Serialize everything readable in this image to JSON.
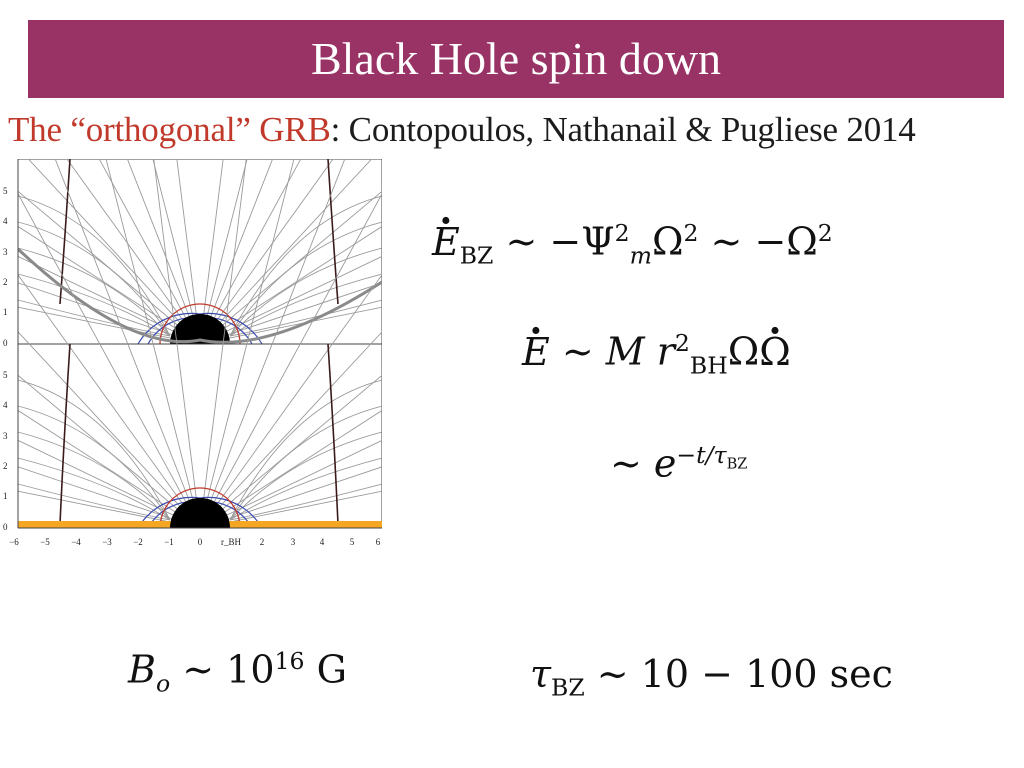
{
  "slide": {
    "title": "Black Hole spin down",
    "subtitle": {
      "red": "The “orthogonal” GRB",
      "rest": ": Contopoulos, Nathanail & Pugliese 2014"
    },
    "colors": {
      "title_bar": "#993366",
      "subtitle_red": "#c0392b",
      "disk": "#f5a623"
    }
  },
  "figure": {
    "top_y_ticks": [
      "5",
      "4",
      "3",
      "2",
      "1",
      "0"
    ],
    "bottom_y_ticks": [
      "5",
      "4",
      "3",
      "2",
      "1",
      "0"
    ],
    "x_ticks": [
      "−6",
      "−5",
      "−4",
      "−3",
      "−2",
      "−1",
      "0",
      "r_BH",
      "2",
      "3",
      "4",
      "5",
      "6"
    ]
  },
  "equations": {
    "eq1": {
      "lhs": "E",
      "lhs_sub": "BZ",
      "rel1": "∼ −Ψ",
      "psi_sup": "2",
      "psi_sub": "m",
      "omega": "Ω",
      "omega_sup": "2",
      "rel2": "∼ −Ω",
      "end_sup": "2"
    },
    "eq2": {
      "lhs": "E",
      "rel": "∼ M r",
      "r_sup": "2",
      "r_sub": "BH",
      "omega": "Ω",
      "omegadot": "Ω"
    },
    "eq3": {
      "rel": "∼ e",
      "exp": "−t/τ",
      "exp_sub": "BZ"
    },
    "eq4": {
      "lhs": "B",
      "lhs_sub": "o",
      "rel": "∼ 10",
      "sup": "16",
      "unit": "G"
    },
    "eq5": {
      "lhs": "τ",
      "lhs_sub": "BZ",
      "rel": "∼ 10 − 100 sec"
    }
  }
}
